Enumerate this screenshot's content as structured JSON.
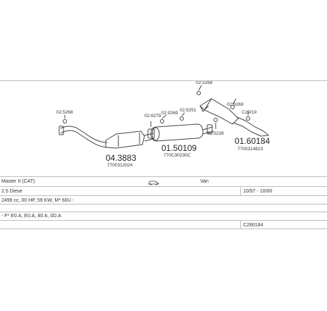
{
  "parts": [
    {
      "id": "part-1",
      "label": "02.5268"
    },
    {
      "id": "part-2",
      "label": "04.3883",
      "oem": "7700312024"
    },
    {
      "id": "part-3",
      "label": "02.6279"
    },
    {
      "id": "part-4",
      "label": "02.9269"
    },
    {
      "id": "part-5",
      "label": "02.9251"
    },
    {
      "id": "part-6",
      "label": "01.50109",
      "oem": "770C30230C"
    },
    {
      "id": "part-7",
      "label": "02.5268"
    },
    {
      "id": "part-8",
      "label": "02.9269"
    },
    {
      "id": "part-9",
      "label": "C29/19"
    },
    {
      "id": "part-10",
      "label": "02.5239"
    },
    {
      "id": "part-11",
      "label": "01.60184",
      "oem": "7700314823"
    }
  ],
  "table": {
    "model": "Master II (CAT)",
    "body_type": "Van",
    "engine": "2.5 Diese",
    "years": "10/97 - 10/00",
    "specs": "2499 cc, 00 HP, 59 KW, M* 60U -",
    "codes": "- F* E0.A, E0.A, 80 A, 0D.A",
    "catalog_code": "C280184"
  },
  "icons": {
    "vehicle": "car-icon"
  }
}
